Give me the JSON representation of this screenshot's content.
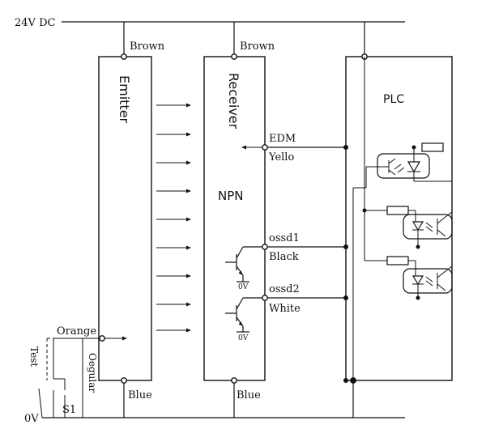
{
  "rails": {
    "top": "24V DC",
    "bottom": "0V"
  },
  "emitter": {
    "title": "Emitter",
    "top_wire": "Brown",
    "bottom_wire": "Blue",
    "test_wire": "Orange"
  },
  "receiver": {
    "title": "Receiver",
    "type": "NPN",
    "top_wire": "Brown",
    "bottom_wire": "Blue",
    "edm": {
      "name": "EDM",
      "color": "Yello"
    },
    "ossd1": {
      "name": "ossd1",
      "color": "Black"
    },
    "ossd2": {
      "name": "ossd2",
      "color": "White"
    },
    "zero_volt_label": "0V"
  },
  "plc": {
    "title": "PLC"
  },
  "test_circuit": {
    "switch_label": "Test",
    "wire_label": "Oegular",
    "switch_name": "S1"
  }
}
